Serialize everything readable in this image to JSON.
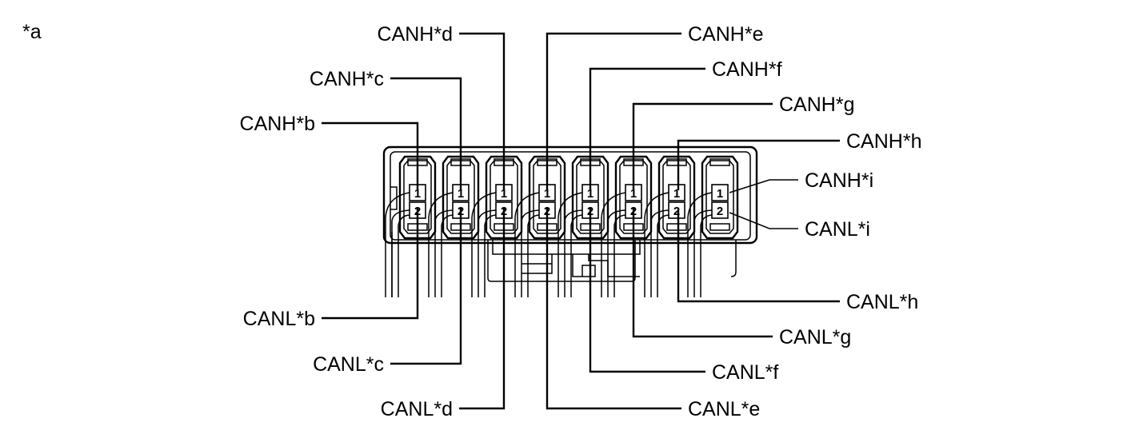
{
  "figure_label": "*a",
  "labels": {
    "canh_b": "CANH*b",
    "canh_c": "CANH*c",
    "canh_d": "CANH*d",
    "canh_e": "CANH*e",
    "canh_f": "CANH*f",
    "canh_g": "CANH*g",
    "canh_h": "CANH*h",
    "canh_i": "CANH*i",
    "canl_b": "CANL*b",
    "canl_c": "CANL*c",
    "canl_d": "CANL*d",
    "canl_e": "CANL*e",
    "canl_f": "CANL*f",
    "canl_g": "CANL*g",
    "canl_h": "CANL*h",
    "canl_i": "CANL*i"
  },
  "pins": {
    "high": "1",
    "low": "2"
  },
  "connector": {
    "cavity_count": 8
  }
}
